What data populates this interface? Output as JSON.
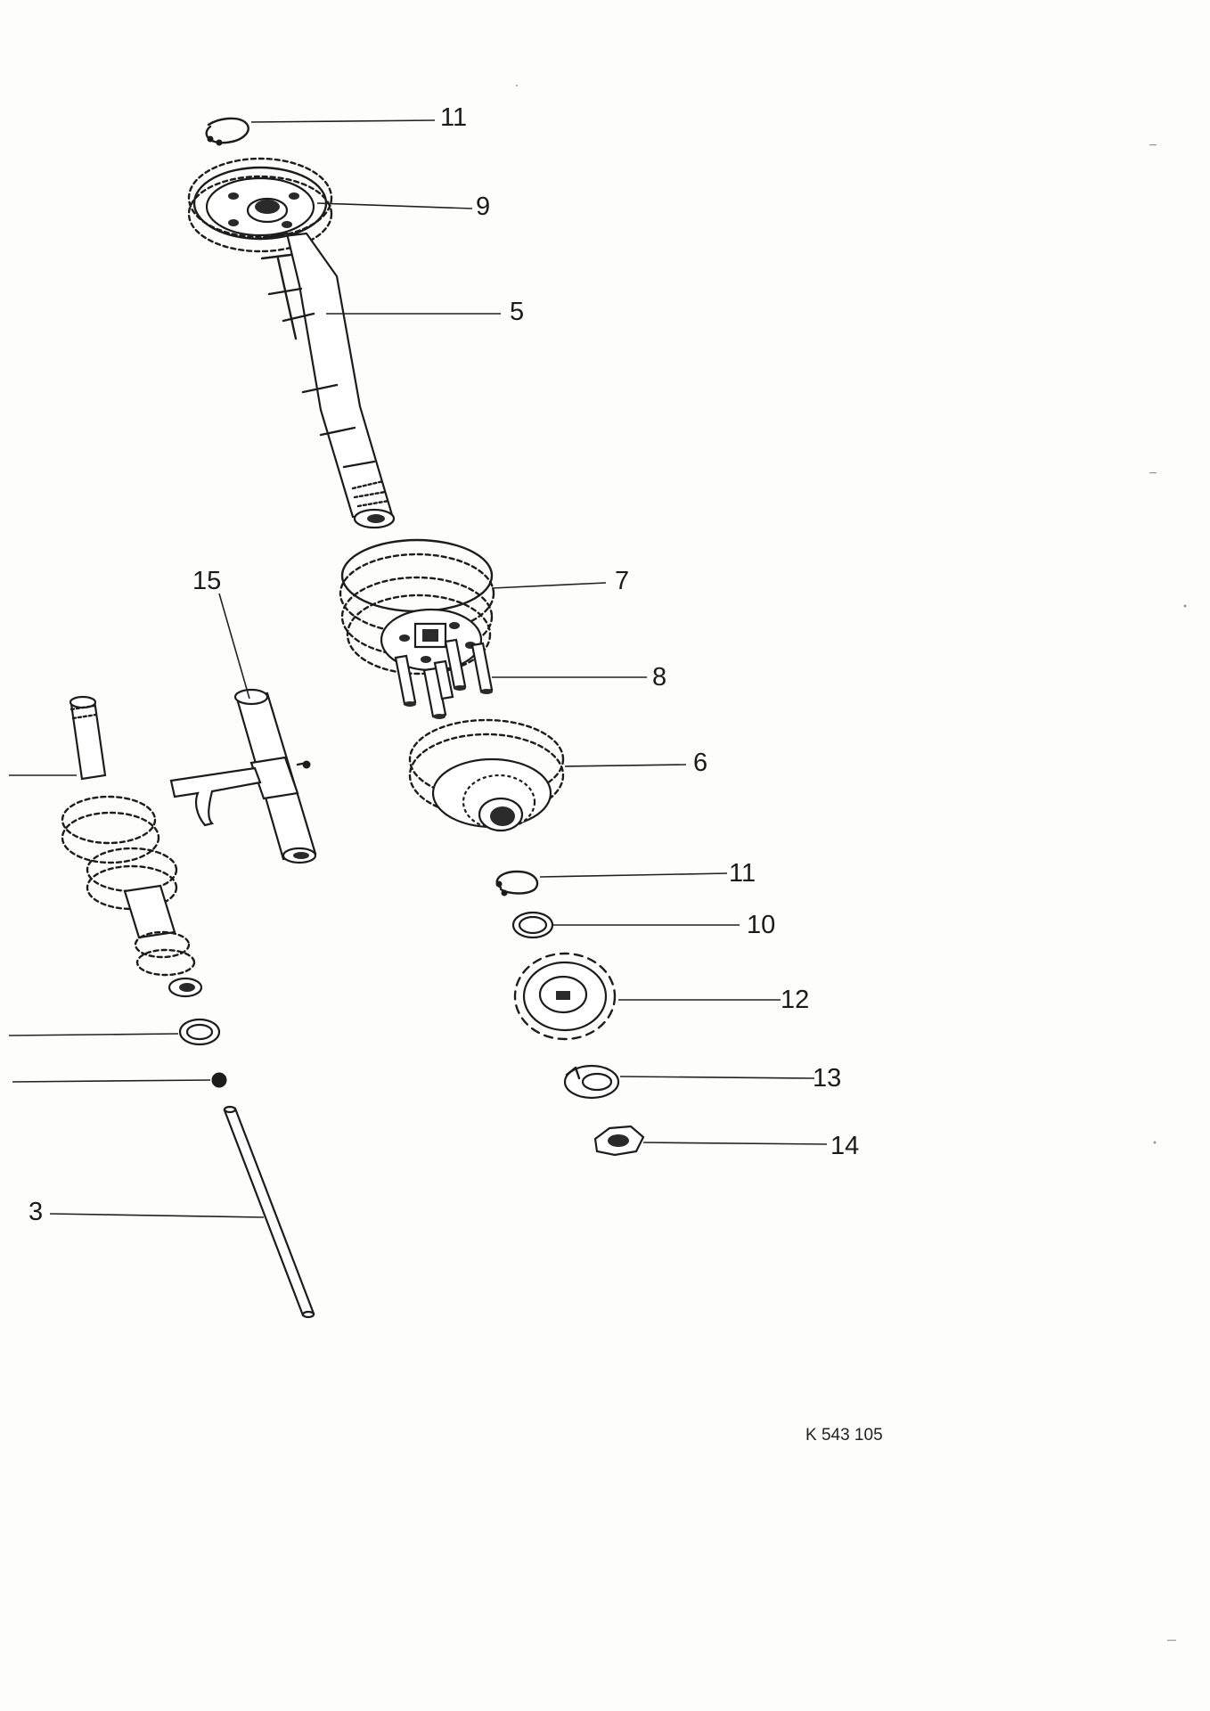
{
  "callouts": {
    "c11_top": "11",
    "c9": "9",
    "c5": "5",
    "c7": "7",
    "c15": "15",
    "c8": "8",
    "c6": "6",
    "c11_mid": "11",
    "c10": "10",
    "c12": "12",
    "c13": "13",
    "c14": "14",
    "c3": "3"
  },
  "document_ref": "K 543 105",
  "colors": {
    "ink": "#1c1c1c",
    "paper": "#fdfdfc"
  }
}
